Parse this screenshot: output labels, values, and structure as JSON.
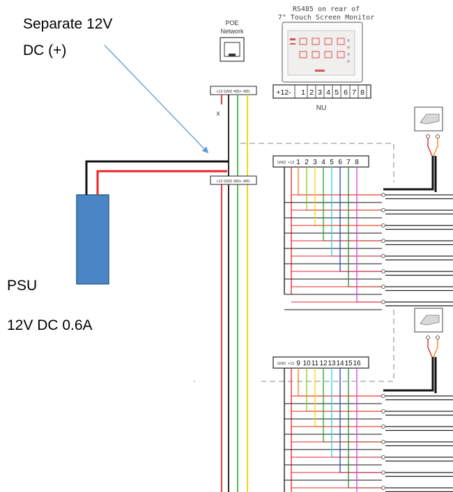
{
  "annotations": {
    "separate_line1": "Separate 12V",
    "separate_line2": "DC  (+)",
    "psu_label": "PSU",
    "psu_spec": "12V DC 0.6A"
  },
  "poe": {
    "line1": "POE",
    "line2": "Network"
  },
  "monitor": {
    "caption_line1": "RS485 on rear of",
    "caption_line2": "7\" Touch Screen Monitor",
    "terminal_labels": [
      "+12-",
      "1",
      "2",
      "3",
      "4",
      "5",
      "6",
      "7",
      "8"
    ],
    "nu_label": "NU"
  },
  "splitter": {
    "top_label": "+12 GND 485+ 485-",
    "bottom_label": "+12 GND 485+ 485-",
    "x_mark": "x"
  },
  "module1": {
    "prefix": [
      "GND",
      "+12"
    ],
    "inputs": [
      "1",
      "2",
      "3",
      "4",
      "5",
      "6",
      "7",
      "8"
    ]
  },
  "module2": {
    "prefix": [
      "GND",
      "+12"
    ],
    "inputs": [
      "9",
      "10",
      "11",
      "12",
      "13",
      "14",
      "15",
      "16"
    ]
  },
  "colors": {
    "red": "#e8242a",
    "black": "#111111",
    "green": "#3cb44b",
    "yellow": "#f2d500",
    "psu_fill": "#4a86c5",
    "arrow": "#5b9bd5",
    "wire_colors": [
      "#ff7f0e",
      "#8fc31f",
      "#f2d500",
      "#1f9e3a",
      "#22d3ee",
      "#1f3fd1",
      "#2d8a2d",
      "#d63fd6"
    ]
  }
}
